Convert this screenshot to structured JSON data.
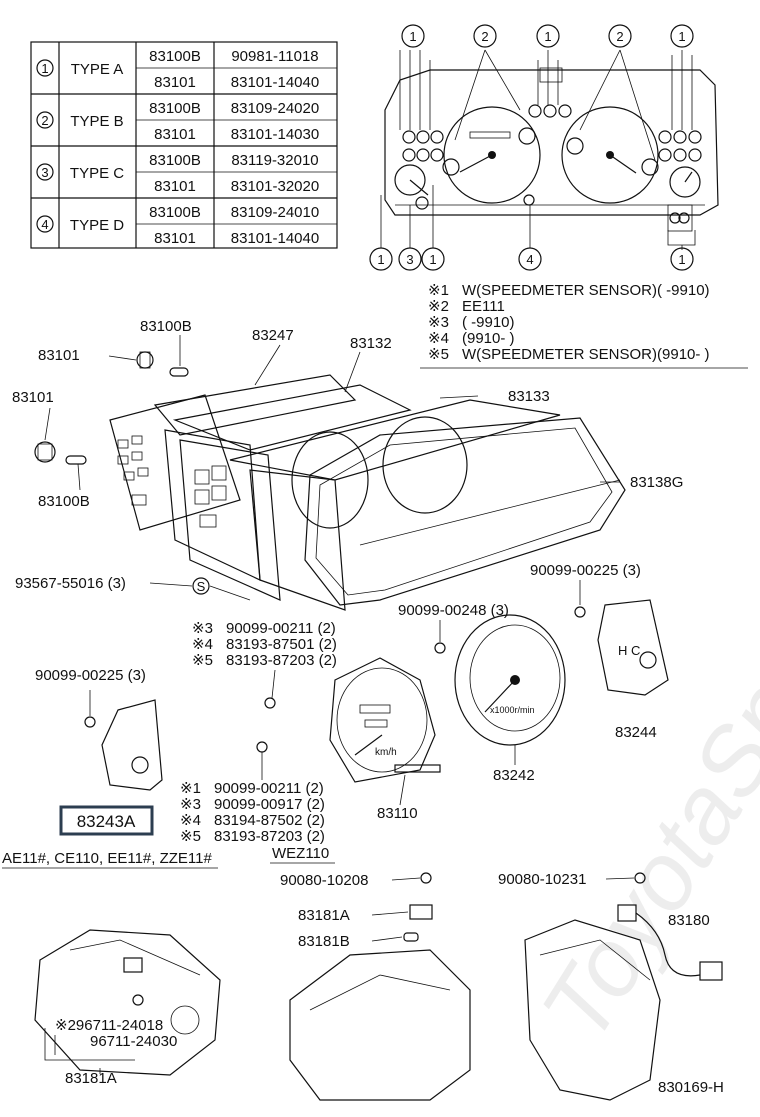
{
  "type_table": {
    "rows": [
      {
        "num": "1",
        "type": "TYPE A",
        "pairs": [
          [
            "83100B",
            "90981-11018"
          ],
          [
            "83101",
            "83101-14040"
          ]
        ]
      },
      {
        "num": "2",
        "type": "TYPE B",
        "pairs": [
          [
            "83100B",
            "83109-24020"
          ],
          [
            "83101",
            "83101-14030"
          ]
        ]
      },
      {
        "num": "3",
        "type": "TYPE C",
        "pairs": [
          [
            "83100B",
            "83119-32010"
          ],
          [
            "83101",
            "83101-32020"
          ]
        ]
      },
      {
        "num": "4",
        "type": "TYPE D",
        "pairs": [
          [
            "83100B",
            "83109-24010"
          ],
          [
            "83101",
            "83101-14040"
          ]
        ]
      }
    ]
  },
  "cluster_callouts": {
    "top": [
      "1",
      "2",
      "1",
      "2",
      "1"
    ],
    "bottom": [
      "1",
      "3",
      "1",
      "4",
      "1"
    ]
  },
  "notes": [
    {
      "mark": "※1",
      "text": "W(SPEEDMETER SENSOR)(      -9910)"
    },
    {
      "mark": "※2",
      "text": "EE111"
    },
    {
      "mark": "※3",
      "text": "(      -9910)"
    },
    {
      "mark": "※4",
      "text": "(9910-      )"
    },
    {
      "mark": "※5",
      "text": "W(SPEEDMETER SENSOR)(9910-      )"
    }
  ],
  "parts": {
    "p83100B_top": "83100B",
    "p83247": "83247",
    "p83101_a": "83101",
    "p83132": "83132",
    "p83101_b": "83101",
    "p83133": "83133",
    "p83100B_b": "83100B",
    "p83138G": "83138G",
    "p93567": "93567-55016 (3)",
    "p93567_mark": "S",
    "p90099_00225_r": "90099-00225 (3)",
    "p90099_00248": "90099-00248 (3)",
    "p90099_00225_l": "90099-00225 (3)",
    "p83244": "83244",
    "p83242": "83242",
    "p83110": "83110",
    "p83243A": "83243A"
  },
  "screw_group_top": [
    {
      "mark": "※3",
      "text": "90099-00211 (2)"
    },
    {
      "mark": "※4",
      "text": "83193-87501 (2)"
    },
    {
      "mark": "※5",
      "text": "83193-87203 (2)"
    }
  ],
  "screw_group_bottom": [
    {
      "mark": "※1",
      "text": "90099-00211 (2)"
    },
    {
      "mark": "※3",
      "text": "90099-00917 (2)"
    },
    {
      "mark": "※4",
      "text": "83194-87502 (2)"
    },
    {
      "mark": "※5",
      "text": "83193-87203 (2)"
    }
  ],
  "model_codes": "AE11#, CE110, EE11#, ZZE11#",
  "wez_label": "WEZ110",
  "lower_parts": {
    "p90080_10208": "90080-10208",
    "p83181A_mid": "83181A",
    "p83181B": "83181B",
    "p90080_10231": "90080-10231",
    "p83180": "83180",
    "p96711_a": "※296711-24018",
    "p96711_b": "96711-24030",
    "p83181A_bot": "83181A"
  },
  "gauge_text": {
    "kmh": "km/h",
    "rpm": "x1000r/min",
    "hc": "H C"
  },
  "diagram_code": "830169-H",
  "watermark": "ToyotaSpareParts.com"
}
